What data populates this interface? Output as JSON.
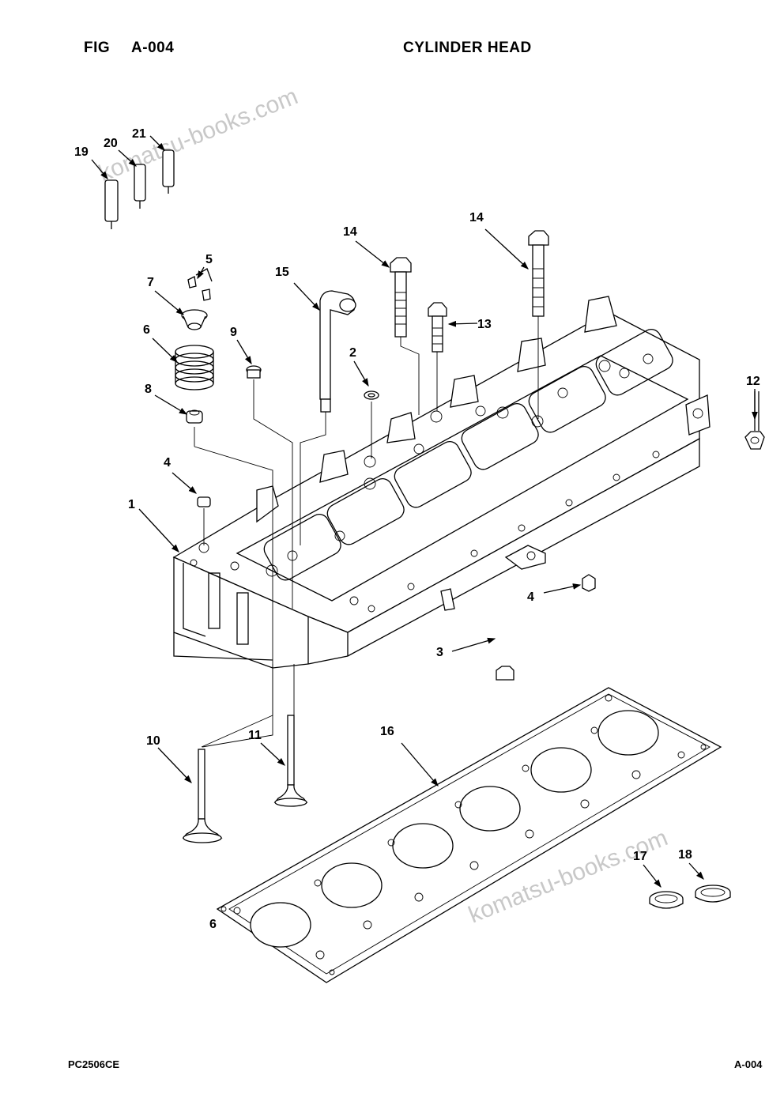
{
  "header": {
    "fig_label": "FIG",
    "fig_number": "A-004",
    "title": "CYLINDER HEAD"
  },
  "footer": {
    "model_code": "PC2506CE",
    "page_ref": "A-004"
  },
  "watermark": {
    "text": "komatsu-books.com"
  },
  "callouts": [
    "1",
    "2",
    "3",
    "4",
    "4",
    "5",
    "6",
    "6",
    "7",
    "8",
    "9",
    "10",
    "11",
    "12",
    "13",
    "14",
    "14",
    "15",
    "16",
    "17",
    "18",
    "19",
    "20",
    "21"
  ]
}
